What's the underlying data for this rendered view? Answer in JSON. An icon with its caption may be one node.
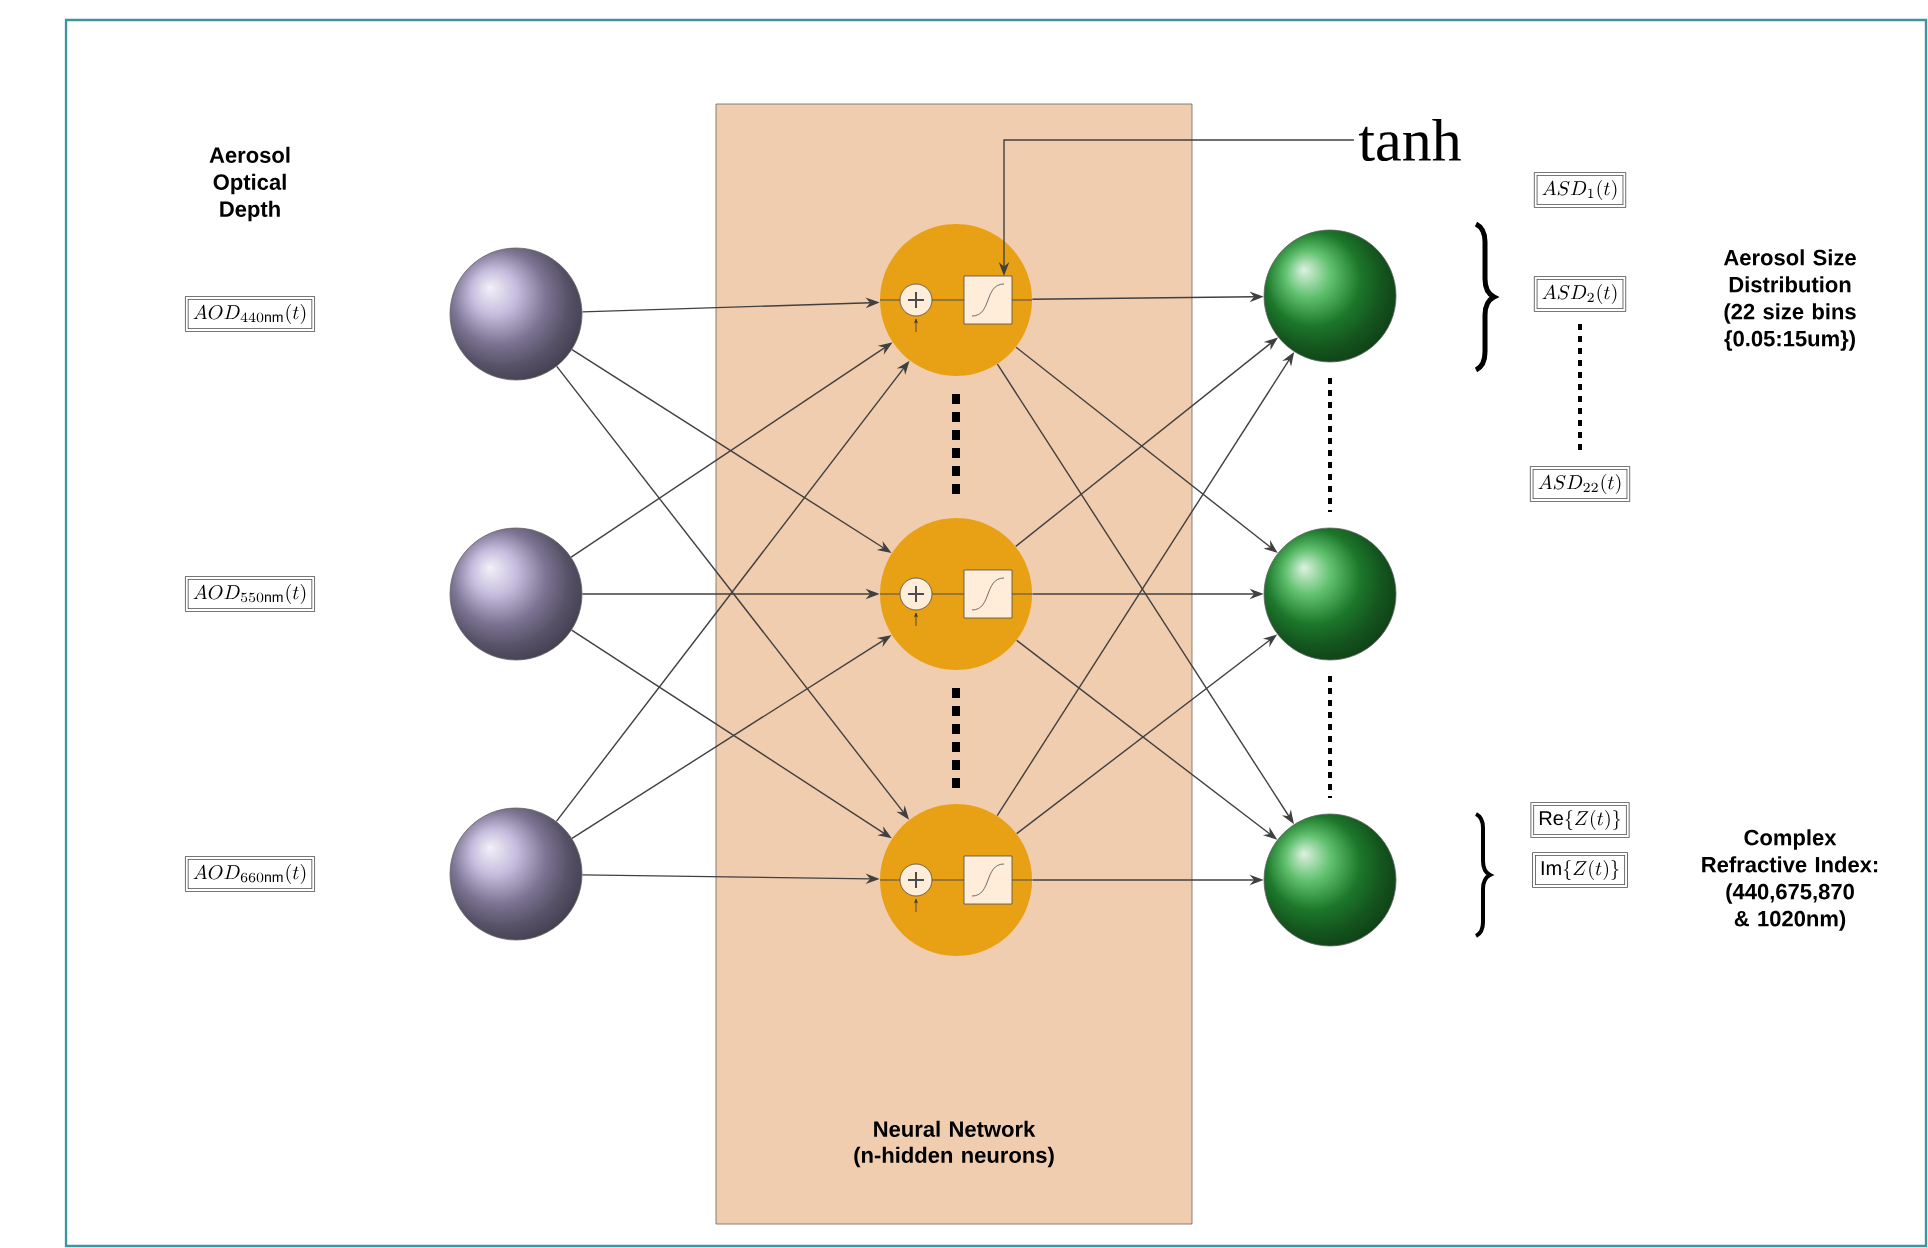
{
  "diagram": {
    "nodes": [
      {
        "text": [
          "Neural Network (n-hidden neurons)"
        ]
      },
      {
        "text": [
          "AOD_{440\\mathrm{nm}}(t)"
        ]
      },
      {
        "text": [
          "AOD_{550\\mathrm{nm}}(t)"
        ]
      },
      {
        "text": [
          "AOD_{660\\mathrm{nm}}(t)"
        ]
      },
      {
        "text": [],
        "shape": "circle"
      },
      {
        "text": [],
        "shape": "circle"
      },
      {
        "text": [],
        "shape": "circle"
      },
      {
        "text": [],
        "shape": "circle",
        "in": 0
      },
      {
        "text": [],
        "shape": "circle",
        "in": 0
      },
      {
        "text": [],
        "shape": "circle",
        "in": 0
      },
      {
        "text": [],
        "shape": "circle"
      },
      {
        "text": [],
        "shape": "circle"
      },
      {
        "text": [],
        "shape": "circle"
      },
      {
        "text": [
          "ASD_{1}(t)"
        ]
      },
      {
        "text": [
          "ASD_{2}(t)"
        ]
      },
      {
        "text": [
          "ASD_{22}(t)"
        ]
      },
      {
        "text": [
          "\\mathrm{Re}\\{Z(t)\\}"
        ]
      },
      {
        "text": [
          "\\mathrm{Im}\\{Z(t)\\}"
        ]
      },
      {
        "text": [
          "tanh"
        ]
      }
    ],
    "edges": [
      {
        "from": 4,
        "to": 7,
        "arrow": "to"
      },
      {
        "from": 4,
        "to": 8,
        "arrow": "to"
      },
      {
        "from": 4,
        "to": 9,
        "arrow": "to"
      },
      {
        "from": 5,
        "to": 7,
        "arrow": "to"
      },
      {
        "from": 5,
        "to": 8,
        "arrow": "to"
      },
      {
        "from": 5,
        "to": 9,
        "arrow": "to"
      },
      {
        "from": 6,
        "to": 7,
        "arrow": "to"
      },
      {
        "from": 6,
        "to": 8,
        "arrow": "to"
      },
      {
        "from": 6,
        "to": 9,
        "arrow": "to"
      },
      {
        "from": 7,
        "to": 10,
        "arrow": "to"
      },
      {
        "from": 7,
        "to": 11,
        "arrow": "to"
      },
      {
        "from": 7,
        "to": 12,
        "arrow": "to"
      },
      {
        "from": 8,
        "to": 10,
        "arrow": "to"
      },
      {
        "from": 8,
        "to": 11,
        "arrow": "to"
      },
      {
        "from": 8,
        "to": 12,
        "arrow": "to"
      },
      {
        "from": 9,
        "to": 10,
        "arrow": "to"
      },
      {
        "from": 9,
        "to": 11,
        "arrow": "to"
      },
      {
        "from": 9,
        "to": 12,
        "arrow": "to"
      },
      {
        "from": 18,
        "to": 7,
        "arrow": "to"
      }
    ],
    "labels": [
      "Aerosol Optical Depth",
      "Aerosol Size Distribution (22 size bins {0.05:15um})",
      "Complex Refractive Index: (440,675,870 & 1020nm)"
    ]
  }
}
